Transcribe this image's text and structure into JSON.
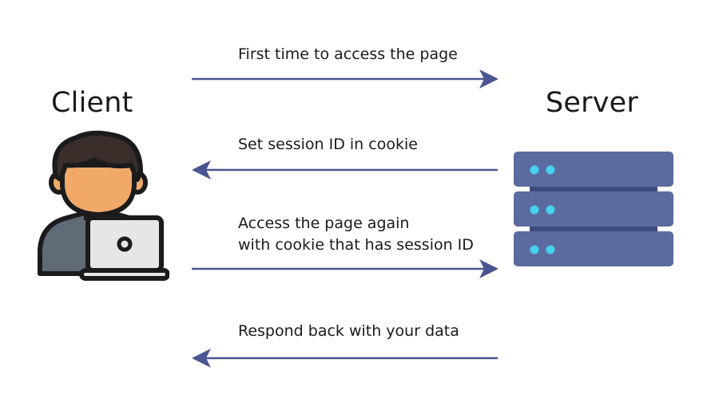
{
  "actors": {
    "client": "Client",
    "server": "Server"
  },
  "messages": [
    {
      "label_lines": [
        "First time to access the page"
      ],
      "direction": "client-to-server"
    },
    {
      "label_lines": [
        "Set session ID in cookie"
      ],
      "direction": "server-to-client"
    },
    {
      "label_lines": [
        "Access the page again",
        "with cookie that has session ID"
      ],
      "direction": "client-to-server"
    },
    {
      "label_lines": [
        "Respond back with your data"
      ],
      "direction": "server-to-client"
    }
  ],
  "colors": {
    "arrow": "#4a5591",
    "text": "#1a1a1a",
    "server_body": "#5c6b9e",
    "server_separator": "#3d4a7d",
    "server_led": "#45d2f5",
    "skin": "#f1a96a",
    "hair": "#3a2e2b",
    "shirt": "#5f6c78",
    "laptop": "#e6e6e6",
    "outline": "#1b1b1b"
  },
  "icons": {
    "client": "person-with-laptop-icon",
    "server": "server-rack-icon"
  }
}
